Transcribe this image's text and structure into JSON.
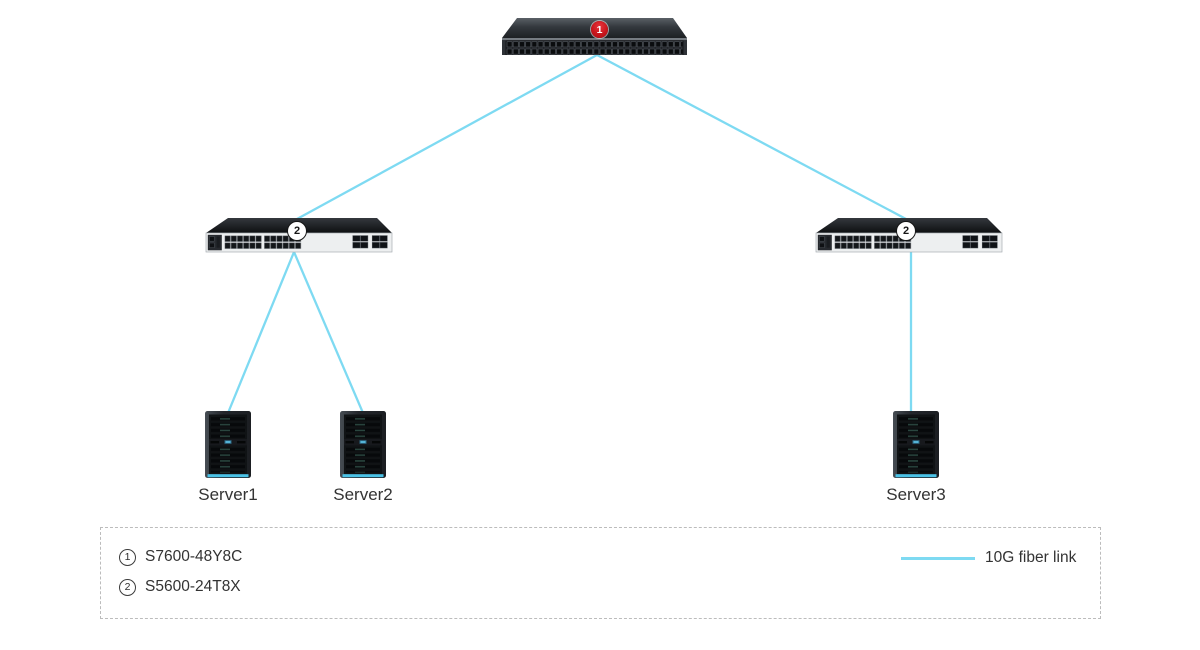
{
  "badges": {
    "core": "1",
    "access": "2"
  },
  "servers": [
    {
      "label": "Server1"
    },
    {
      "label": "Server2"
    },
    {
      "label": "Server3"
    }
  ],
  "legend": {
    "items": [
      {
        "num": "1",
        "label": "S7600-48Y8C"
      },
      {
        "num": "2",
        "label": "S5600-24T8X"
      }
    ],
    "link_label": "10G fiber link"
  },
  "colors": {
    "link": "#7edaf2",
    "core_badge_bg": "#c8161d",
    "text": "#333333"
  }
}
